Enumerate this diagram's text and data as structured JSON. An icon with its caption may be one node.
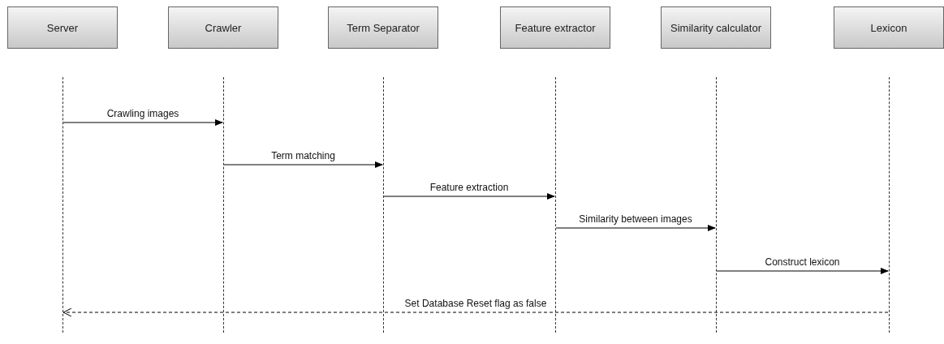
{
  "diagram": {
    "nodes": [
      {
        "text": [
          "Server"
        ]
      },
      {
        "text": [
          "Crawler"
        ]
      },
      {
        "text": [
          "Term Separator"
        ]
      },
      {
        "text": [
          "Feature extractor"
        ]
      },
      {
        "text": [
          "Similarity calculator"
        ]
      },
      {
        "text": [
          "Lexicon"
        ]
      },
      {
        "text": [],
        "shape": "line"
      },
      {
        "text": [],
        "shape": "line"
      },
      {
        "text": [],
        "shape": "line"
      },
      {
        "text": [],
        "shape": "line"
      },
      {
        "text": [],
        "shape": "line"
      },
      {
        "text": [],
        "shape": "line"
      }
    ],
    "edges": [
      {
        "from": 6,
        "to": 7,
        "arrow": "to",
        "label": "Crawling images"
      },
      {
        "from": 7,
        "to": 8,
        "arrow": "to",
        "label": "Term matching"
      },
      {
        "from": 8,
        "to": 9,
        "arrow": "to",
        "label": "Feature extraction"
      },
      {
        "from": 9,
        "to": 10,
        "arrow": "to",
        "label": "Similarity between images"
      },
      {
        "from": 10,
        "to": 11,
        "arrow": "to",
        "label": "Construct lexicon"
      },
      {
        "from": 11,
        "to": 6,
        "arrow": "to",
        "label": "Set Database Reset flag as false",
        "style": "dashed"
      }
    ]
  }
}
